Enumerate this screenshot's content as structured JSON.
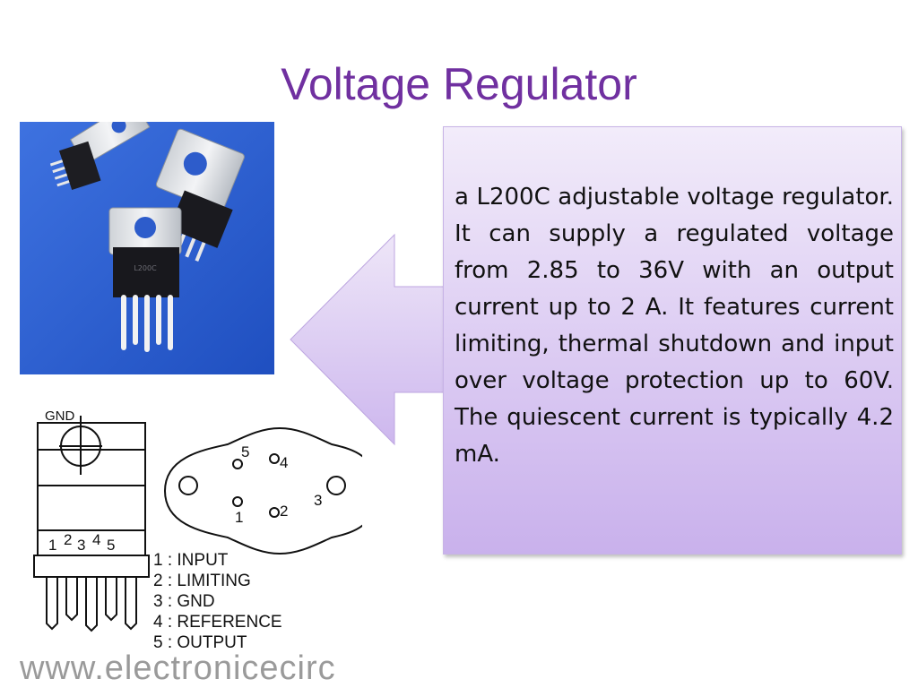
{
  "slide": {
    "title": "Voltage Regulator"
  },
  "callout": {
    "text": "a L200C adjustable voltage regulator. It can supply a regulated voltage from 2.85 to 36V with an output current up to 2 A. It features current limiting, thermal shutdown and input over voltage protection up to 60V. The quiescent current is typically 4.2 mA."
  },
  "diagram": {
    "gnd_label": "GND",
    "to220_pins": [
      "1",
      "2",
      "3",
      "4",
      "5"
    ],
    "to3_pins": [
      "1",
      "2",
      "3",
      "4",
      "5"
    ],
    "legend": [
      "1 : INPUT",
      "2 : LIMITING",
      "3 : GND",
      "4 : REFERENCE",
      "5 : OUTPUT"
    ]
  },
  "watermark": "www.electronicecirc",
  "colors": {
    "title": "#7030a0",
    "callout_top": "#f2ecfa",
    "callout_bottom": "#c9b1ec",
    "arrow_fill": "#d9c8f0",
    "photo_background": "#2c5fd2"
  }
}
